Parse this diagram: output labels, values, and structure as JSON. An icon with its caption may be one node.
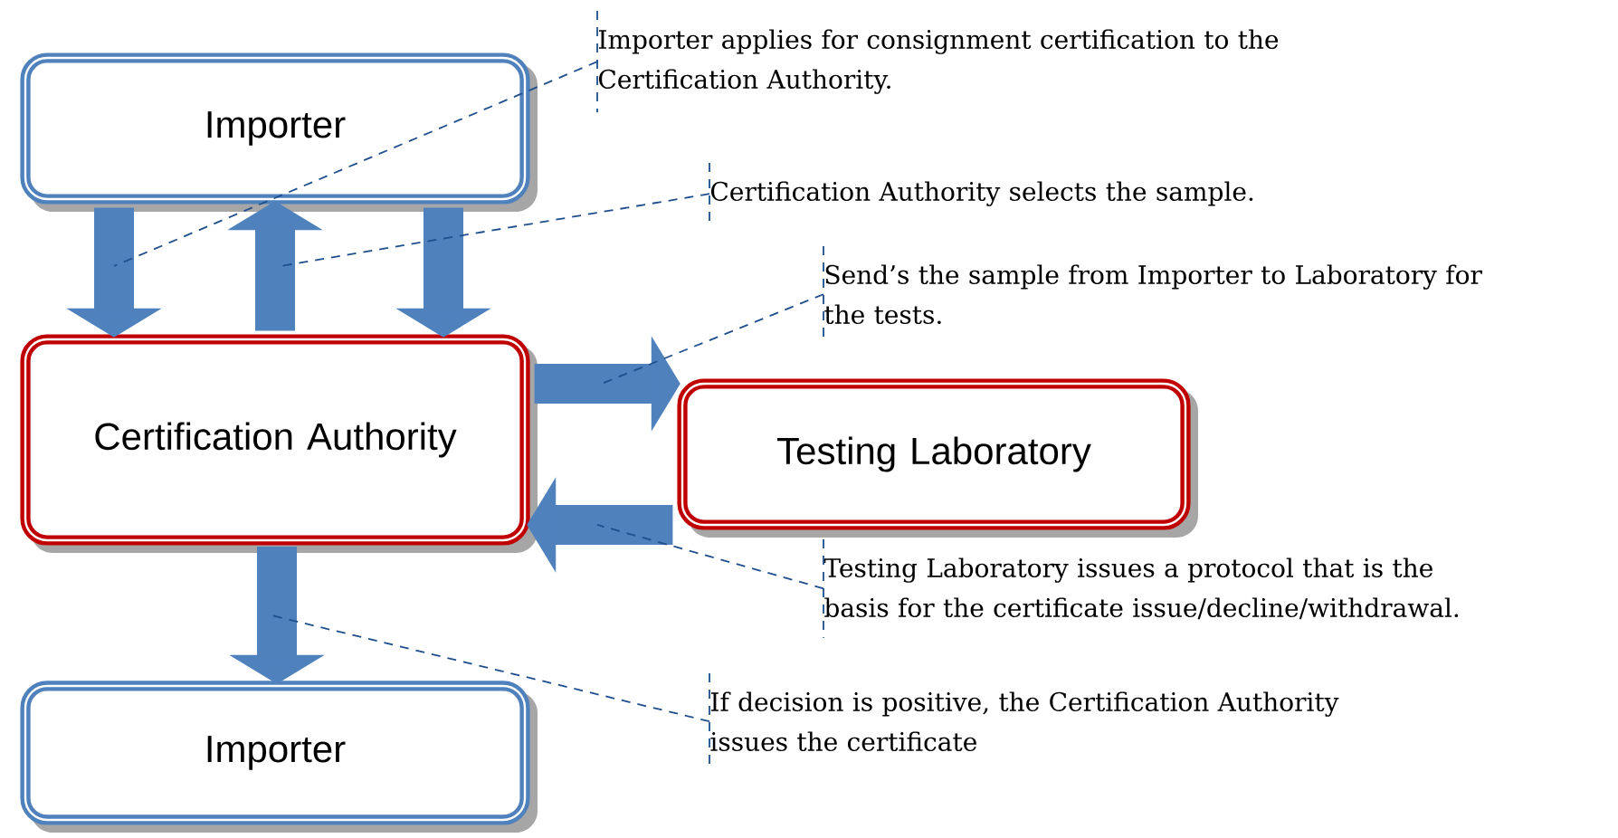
{
  "diagram": {
    "nodes": [
      {
        "text": [
          "Importer"
        ]
      },
      {
        "text": [
          "Certification Authority"
        ]
      },
      {
        "text": [
          "Testing Laboratory"
        ]
      },
      {
        "text": [
          "Importer"
        ]
      },
      {
        "text": [
          "Importer applies for consignment certification to the Certification Authority."
        ]
      },
      {
        "text": [
          "Certification Authority selects the sample."
        ]
      },
      {
        "text": [
          "Send’s the sample from Importer to Laboratory for the tests."
        ]
      },
      {
        "text": [
          "Testing Laboratory issues a protocol that is the basis for the certificate issue/decline/withdrawal."
        ]
      },
      {
        "text": [
          "If decision is positive, the Certification Authority issues the certificate"
        ]
      }
    ],
    "edges": [
      {
        "from": 0,
        "to": 1,
        "arrow": "to"
      },
      {
        "from": 1,
        "to": 0,
        "arrow": "to"
      },
      {
        "from": 0,
        "to": 1,
        "arrow": "to"
      },
      {
        "from": 1,
        "to": 2,
        "arrow": "to"
      },
      {
        "from": 2,
        "to": 1,
        "arrow": "to"
      },
      {
        "from": 1,
        "to": 3,
        "arrow": "to"
      },
      {
        "from": 4,
        "to": null,
        "arrow": "none",
        "style": "dashed"
      },
      {
        "from": 5,
        "to": null,
        "arrow": "none",
        "style": "dashed"
      },
      {
        "from": 6,
        "to": null,
        "arrow": "none",
        "style": "dashed"
      },
      {
        "from": 7,
        "to": null,
        "arrow": "none",
        "style": "dashed"
      },
      {
        "from": 8,
        "to": null,
        "arrow": "none",
        "style": "dashed"
      }
    ]
  }
}
